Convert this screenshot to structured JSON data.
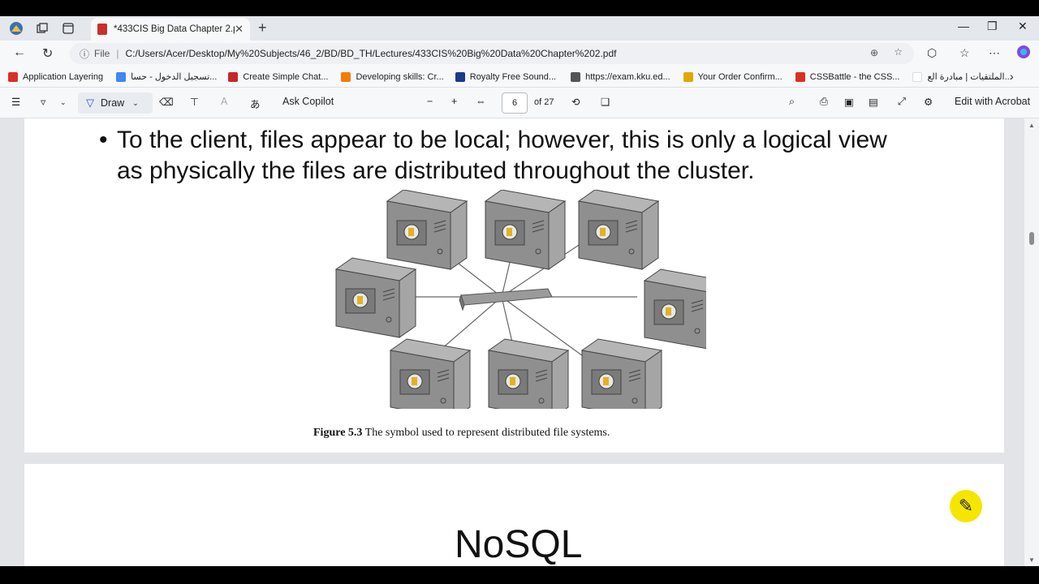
{
  "tab": {
    "title": "*433CIS Big Data Chapter 2.pdf",
    "close": "✕",
    "new_tab": "+"
  },
  "window_controls": {
    "minimize": "—",
    "restore": "❐",
    "close": "✕"
  },
  "address": {
    "file_label": "File",
    "separator": "|",
    "url": "C:/Users/Acer/Desktop/My%20Subjects/46_2/BD/BD_TH/Lectures/433CIS%20Big%20Data%20Chapter%202.pdf"
  },
  "bookmarks": [
    {
      "label": "Application Layering",
      "color": "#d93025"
    },
    {
      "label": "تسجيل الدخول - حسا...",
      "color": "#4285f4"
    },
    {
      "label": "Create Simple Chat...",
      "color": "#c62828"
    },
    {
      "label": "Developing skills: Cr...",
      "color": "#f57c00"
    },
    {
      "label": "Royalty Free Sound...",
      "color": "#1a3a8a"
    },
    {
      "label": "https://exam.kku.ed...",
      "color": "#555555"
    },
    {
      "label": "Your Order Confirm...",
      "color": "#e0a800"
    },
    {
      "label": "CSSBattle - the CSS...",
      "color": "#d93025"
    },
    {
      "label": "الملتقيات | مبادرة الع...",
      "color": "#ffffff"
    }
  ],
  "pdf_toolbar": {
    "draw_label": "Draw",
    "ask_copilot": "Ask Copilot",
    "page_current": "6",
    "page_total": "of 27",
    "edit_acrobat": "Edit with Acrobat"
  },
  "page1": {
    "bullet": "•",
    "text": "To the client, files appear to be local; however, this is only a logical view as physically the files are distributed throughout the cluster.",
    "caption_label": "Figure 5.3",
    "caption_text": "The symbol used to represent distributed file systems."
  },
  "page2": {
    "heading": "NoSQL"
  }
}
